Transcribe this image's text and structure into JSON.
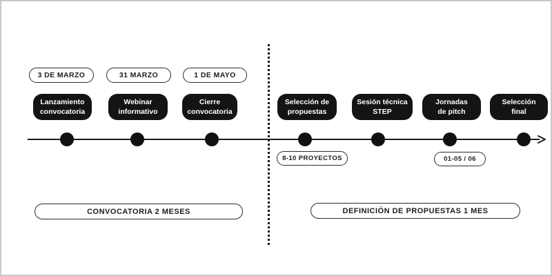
{
  "meta": {
    "diagram_type": "project-timeline",
    "card_color": "#141414",
    "card_text_color": "#ffffff",
    "line_color": "#1a1a1a",
    "pill_border_color": "#2b2b2b",
    "frame_border_color": "#c9c9c9"
  },
  "timeline": {
    "milestones": [
      {
        "label": "Lanzamiento\nconvocatoria",
        "date": "3 DE MARZO"
      },
      {
        "label": "Webinar\ninformativo",
        "date": "31 MARZO"
      },
      {
        "label": "Cierre\nconvocatoria",
        "date": "1 DE MAYO"
      },
      {
        "label": "Selección de\npropuestas",
        "note": "8-10 PROYECTOS"
      },
      {
        "label": "Sesión técnica\nSTEP"
      },
      {
        "label": "Jornadas\nde pitch",
        "note": "01-05 / 06"
      },
      {
        "label": "Selección\nfinal"
      }
    ],
    "phases": [
      {
        "label": "CONVOCATORIA 2 MESES"
      },
      {
        "label": "DEFINICIÓN DE PROPUESTAS 1 MES"
      }
    ]
  }
}
